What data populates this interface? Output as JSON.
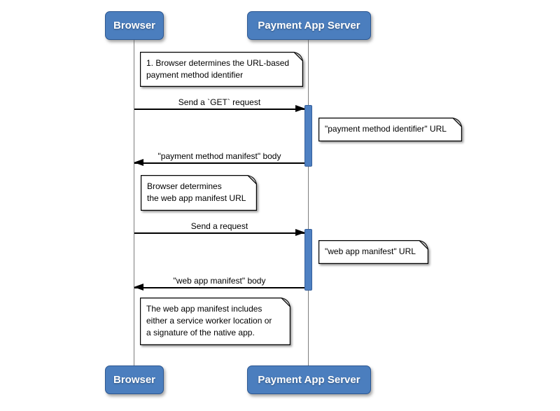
{
  "diagram": {
    "type": "sequence-diagram",
    "actors": [
      {
        "name": "browser",
        "label": "Browser"
      },
      {
        "name": "payment-app-server",
        "label": "Payment App Server"
      }
    ],
    "messages": [
      {
        "from": "browser",
        "to": "payment-app-server",
        "direction": "right",
        "label": "Send a `GET` request"
      },
      {
        "from": "payment-app-server",
        "to": "browser",
        "direction": "left",
        "label": "\"payment method manifest\" body"
      },
      {
        "from": "browser",
        "to": "payment-app-server",
        "direction": "right",
        "label": "Send a request"
      },
      {
        "from": "payment-app-server",
        "to": "browser",
        "direction": "left",
        "label": "\"web app manifest\" body"
      }
    ],
    "notes": [
      {
        "position": "over-browser",
        "text": "1. Browser determines the URL-based\npayment method identifier"
      },
      {
        "position": "right-of-payment-app-server",
        "text": "\"payment method identifier\" URL"
      },
      {
        "position": "over-browser",
        "text": "Browser determines\nthe web app manifest URL"
      },
      {
        "position": "right-of-payment-app-server",
        "text": "\"web app manifest\" URL"
      },
      {
        "position": "over-browser",
        "text": "The web app manifest includes\neither a service worker location or\na signature of the native app."
      }
    ],
    "colors": {
      "actor_fill": "#4b7ebe",
      "actor_border": "#2c5791",
      "activation_fill": "#4e80c2",
      "activation_border": "#355f9b",
      "lifeline": "#7d7d7d",
      "note_fill": "#ffffff",
      "note_border": "#000000",
      "message_line": "#000000",
      "actor_text": "#ffffff"
    }
  }
}
